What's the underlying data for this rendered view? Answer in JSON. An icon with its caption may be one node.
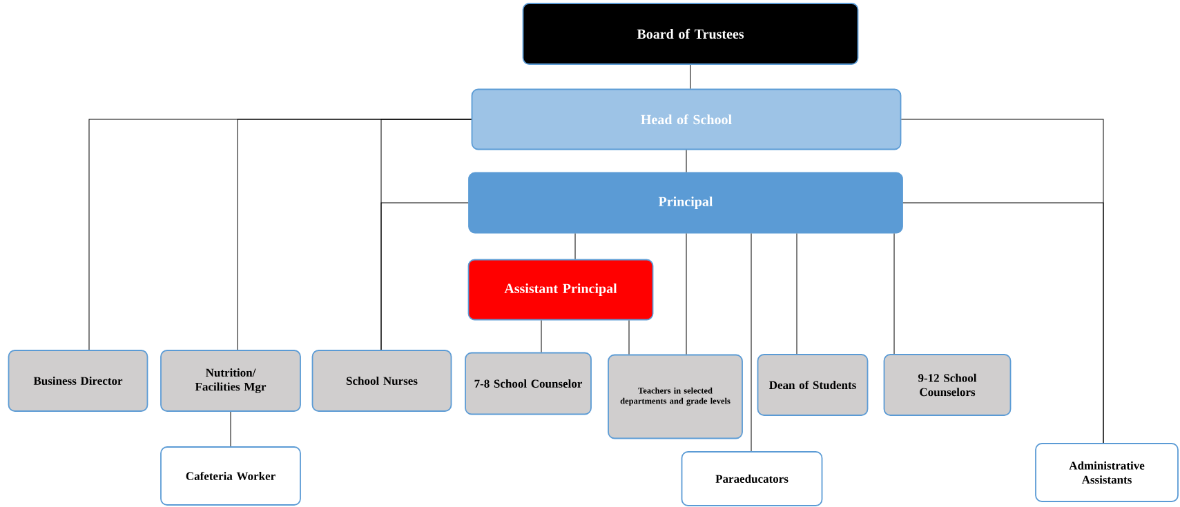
{
  "diagram": {
    "nodes": [
      {
        "text": [
          "Board of Trustees"
        ]
      },
      {
        "text": [
          "Head of School"
        ]
      },
      {
        "text": [
          "Principal"
        ]
      },
      {
        "text": [
          "Assistant Principal"
        ]
      },
      {
        "text": [
          "Business Director"
        ]
      },
      {
        "text": [
          "Nutrition/ Facilities Mgr"
        ]
      },
      {
        "text": [
          "School Nurses"
        ]
      },
      {
        "text": [
          "7-8 School Counselor"
        ]
      },
      {
        "text": [
          "Teachers in selected departments and grade levels"
        ]
      },
      {
        "text": [
          "Dean of Students"
        ]
      },
      {
        "text": [
          "9-12 School Counselors"
        ]
      },
      {
        "text": [
          "Cafeteria Worker"
        ]
      },
      {
        "text": [
          "Paraeducators"
        ]
      },
      {
        "text": [
          "Administrative Assistants"
        ]
      }
    ],
    "edges": [
      {
        "from": 0,
        "to": 1,
        "arrow": "none"
      },
      {
        "from": 1,
        "to": 2,
        "arrow": "none"
      },
      {
        "from": 1,
        "to": 4,
        "arrow": "none"
      },
      {
        "from": 1,
        "to": 5,
        "arrow": "none"
      },
      {
        "from": 1,
        "to": 6,
        "arrow": "none"
      },
      {
        "from": 2,
        "to": 6,
        "arrow": "none"
      },
      {
        "from": 1,
        "to": 13,
        "arrow": "none"
      },
      {
        "from": 2,
        "to": 13,
        "arrow": "none"
      },
      {
        "from": 2,
        "to": 3,
        "arrow": "none"
      },
      {
        "from": 3,
        "to": 7,
        "arrow": "none"
      },
      {
        "from": 3,
        "to": 8,
        "arrow": "none"
      },
      {
        "from": 2,
        "to": 8,
        "arrow": "none"
      },
      {
        "from": 2,
        "to": 12,
        "arrow": "none"
      },
      {
        "from": 2,
        "to": 9,
        "arrow": "none"
      },
      {
        "from": 2,
        "to": 10,
        "arrow": "none"
      },
      {
        "from": 5,
        "to": 11,
        "arrow": "none"
      }
    ]
  }
}
